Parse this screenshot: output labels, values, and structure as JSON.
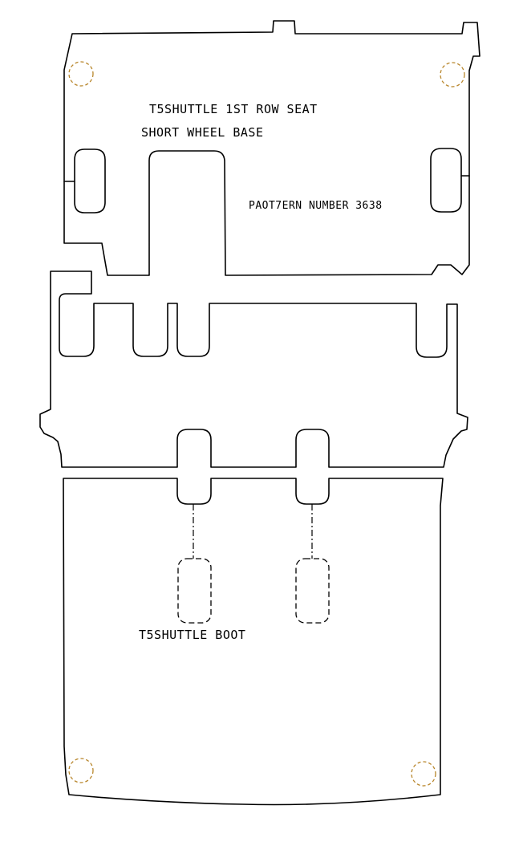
{
  "labels": {
    "seat_title": "T5SHUTTLE 1ST ROW SEAT",
    "seat_subtitle": "SHORT WHEEL BASE",
    "pattern_number": "PAOT7ERN NUMBER 3638",
    "boot_title": "T5SHUTTLE BOOT"
  },
  "colors": {
    "outline": "#000000",
    "fixing_hole": "#b8862b",
    "background": "#ffffff"
  }
}
